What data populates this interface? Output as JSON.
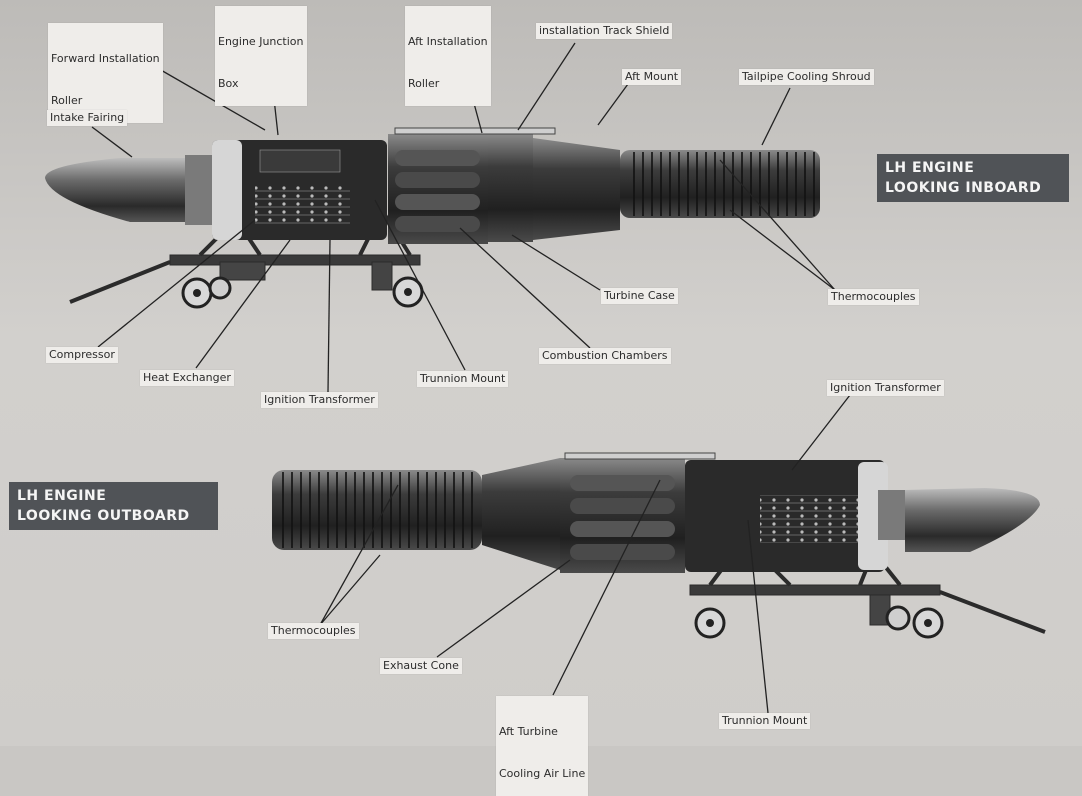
{
  "top_view": {
    "title_line1": "LH ENGINE",
    "title_line2": "LOOKING INBOARD",
    "labels": {
      "forward_installation_roller_1": "Forward Installation",
      "forward_installation_roller_2": "Roller",
      "engine_junction_box_1": "Engine Junction",
      "engine_junction_box_2": "Box",
      "aft_installation_roller_1": "Aft Installation",
      "aft_installation_roller_2": "Roller",
      "installation_track_shield": "installation Track Shield",
      "aft_mount": "Aft Mount",
      "tailpipe_cooling_shroud": "Tailpipe Cooling Shroud",
      "intake_fairing": "Intake Fairing",
      "turbine_case": "Turbine Case",
      "thermocouples": "Thermocouples",
      "compressor": "Compressor",
      "heat_exchanger": "Heat Exchanger",
      "ignition_transformer": "Ignition Transformer",
      "trunnion_mount": "Trunnion Mount",
      "combustion_chambers": "Combustion Chambers"
    }
  },
  "bottom_view": {
    "title_line1": "LH ENGINE",
    "title_line2": "LOOKING OUTBOARD",
    "labels": {
      "ignition_transformer": "Ignition Transformer",
      "thermocouples": "Thermocouples",
      "exhaust_cone": "Exhaust Cone",
      "aft_turbine_cooling_air_line_1": "Aft Turbine",
      "aft_turbine_cooling_air_line_2": "Cooling Air Line",
      "trunnion_mount": "Trunnion Mount"
    }
  }
}
